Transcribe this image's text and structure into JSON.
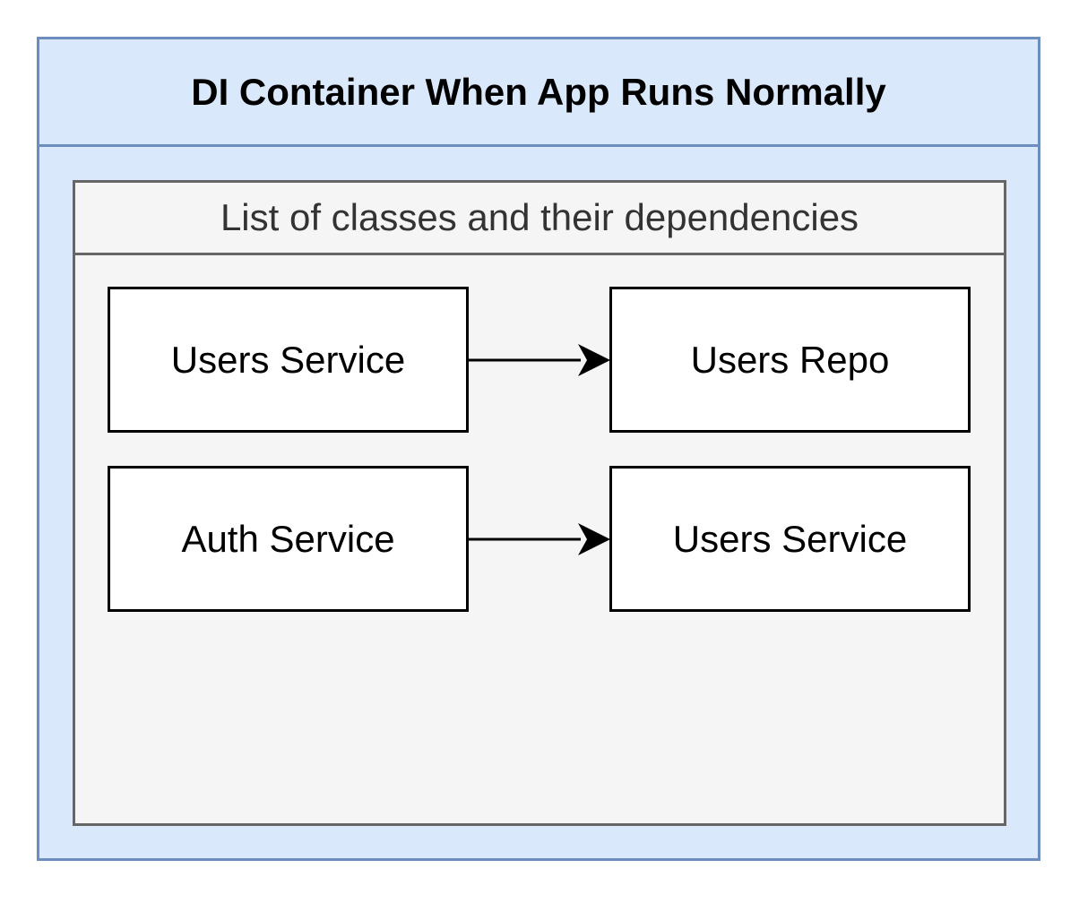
{
  "container": {
    "title": "DI Container When App Runs Normally"
  },
  "list": {
    "title": "List of classes and their dependencies"
  },
  "rows": [
    {
      "class_name": "Users Service",
      "dependency": "Users Repo"
    },
    {
      "class_name": "Auth Service",
      "dependency": "Users Service"
    }
  ],
  "colors": {
    "container_fill": "#dae8fc",
    "container_stroke": "#6c8ebf",
    "list_fill": "#f5f5f5",
    "list_stroke": "#666666",
    "node_fill": "#ffffff",
    "node_stroke": "#000000"
  }
}
